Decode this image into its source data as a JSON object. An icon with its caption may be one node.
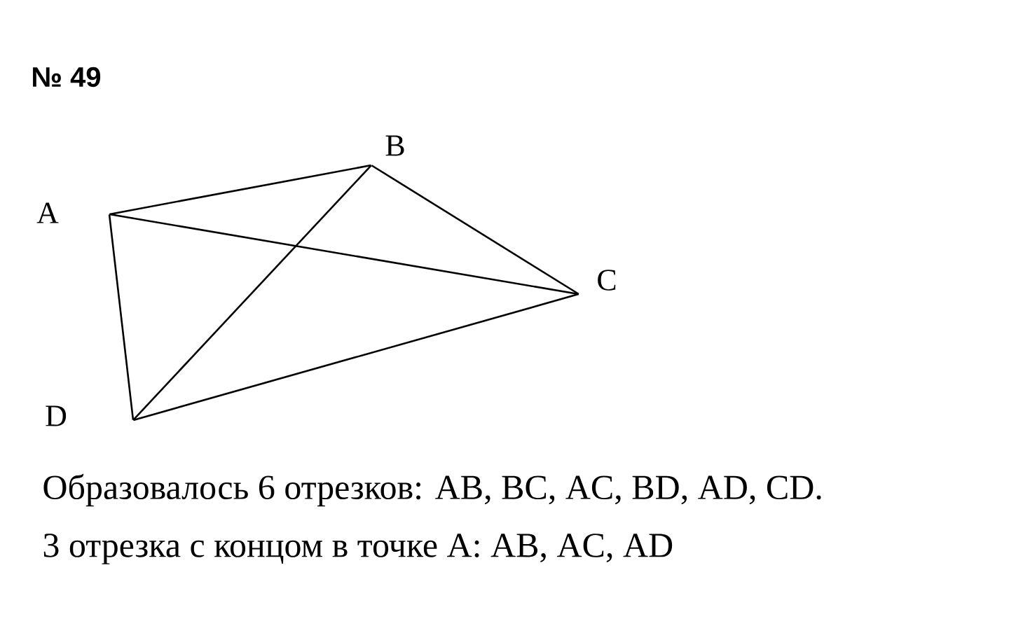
{
  "diagram": {
    "title": "№ 49",
    "nodes": [
      {
        "text": [
          "A"
        ]
      },
      {
        "text": [
          "B"
        ]
      },
      {
        "text": [
          "C"
        ]
      },
      {
        "text": [
          "D"
        ]
      }
    ],
    "edges": [
      {
        "from": 0,
        "to": 1,
        "arrow": "none"
      },
      {
        "from": 1,
        "to": 2,
        "arrow": "none"
      },
      {
        "from": 0,
        "to": 2,
        "arrow": "none"
      },
      {
        "from": 1,
        "to": 3,
        "arrow": "none"
      },
      {
        "from": 0,
        "to": 3,
        "arrow": "none"
      },
      {
        "from": 2,
        "to": 3,
        "arrow": "none"
      }
    ],
    "labels": [
      "Образовалось 6 отрезков: AB, BC, AC, BD, AD, CD.",
      "3 отрезка с концом в точке A: AB, AC, AD"
    ]
  }
}
